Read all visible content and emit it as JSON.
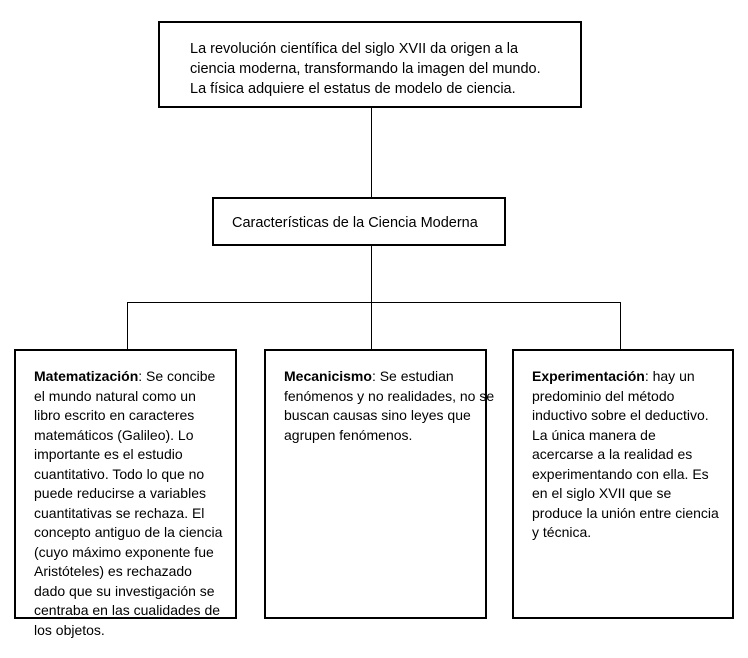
{
  "diagram": {
    "type": "flowchart",
    "root": {
      "text": "La revolución científica del siglo XVII da origen a la\nciencia moderna, transformando la imagen del mundo.\nLa física adquiere el estatus de modelo de ciencia."
    },
    "intermediate": {
      "text": "Características de la Ciencia Moderna"
    },
    "leaves": [
      {
        "term": "Matematización",
        "separator": ": ",
        "text": "Se concibe el mundo natural como un libro escrito en caracteres matemáticos (Galileo). Lo importante es el estudio cuantitativo. Todo lo que no puede reducirse a variables cuantitativas se rechaza. El concepto antiguo de la ciencia (cuyo máximo exponente fue Aristóteles) es rechazado dado que su investigación se centraba en las cualidades de los objetos."
      },
      {
        "term": "Mecanicismo",
        "separator": ": ",
        "text": "Se estudian fenómenos y no realidades, no se buscan causas sino leyes que agrupen fenómenos."
      },
      {
        "term": "Experimentación",
        "separator": ": ",
        "text": "hay un predominio del método inductivo sobre el deductivo. La única manera de acercarse a la realidad es experimentando con ella. Es en el siglo XVII que se produce la unión entre ciencia y técnica."
      }
    ],
    "colors": {
      "background": "#ffffff",
      "border": "#000000",
      "text": "#000000",
      "connector": "#000000"
    }
  }
}
